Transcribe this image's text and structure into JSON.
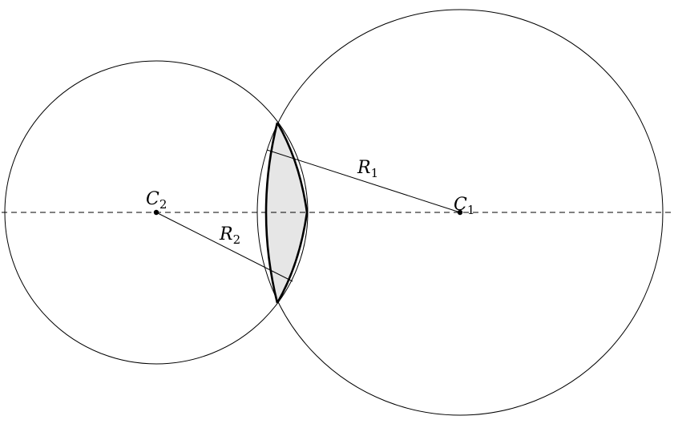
{
  "diagram": {
    "colors": {
      "stroke": "#000000",
      "lens_fill": "#e6e6e6",
      "background": "#ffffff"
    },
    "circle_1": {
      "center_label": {
        "main": "C",
        "sub": "1"
      },
      "radius_label": {
        "main": "R",
        "sub": "1"
      }
    },
    "circle_2": {
      "center_label": {
        "main": "C",
        "sub": "2"
      },
      "radius_label": {
        "main": "R",
        "sub": "2"
      }
    }
  }
}
